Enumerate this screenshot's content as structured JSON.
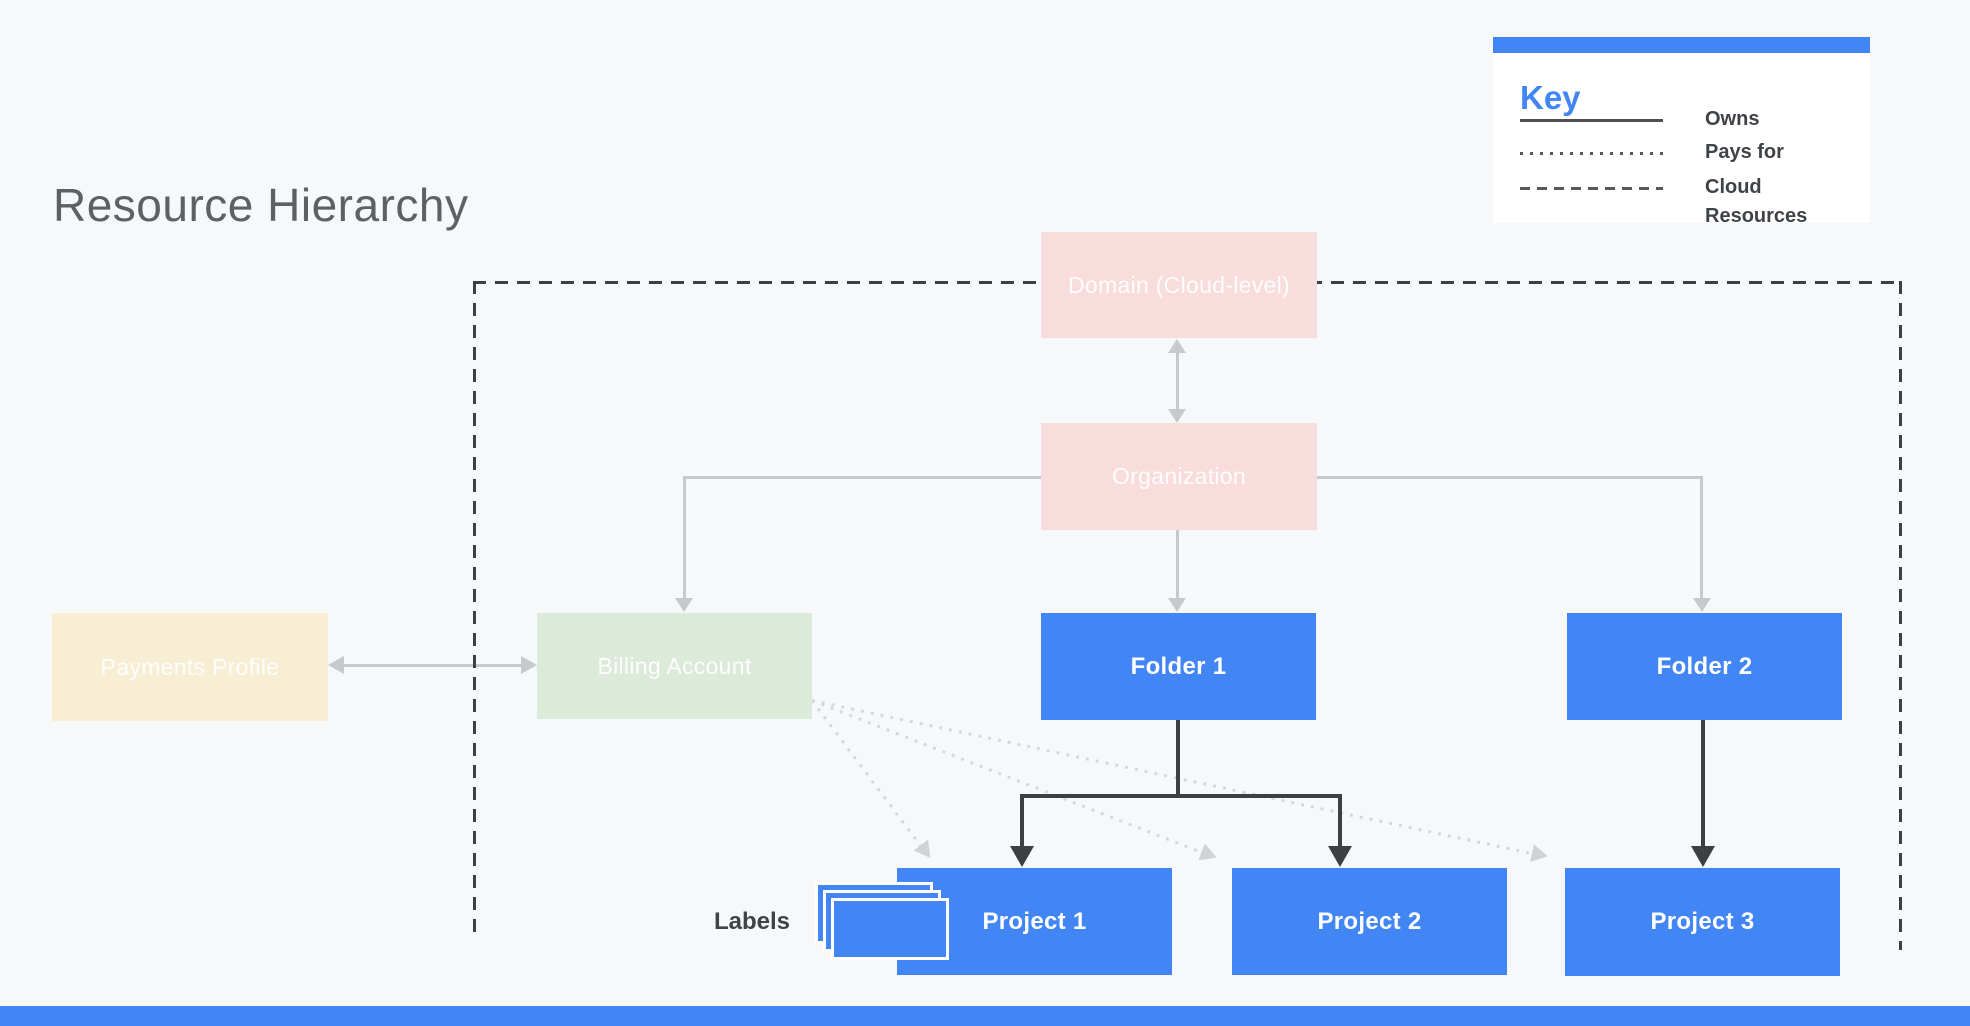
{
  "title": "Resource Hierarchy",
  "key": {
    "title": "Key",
    "items": [
      {
        "label": "Owns",
        "line_style": "solid"
      },
      {
        "label": "Pays for",
        "line_style": "dotted"
      },
      {
        "label": "Cloud Resources",
        "line_style": "dashed"
      }
    ]
  },
  "nodes": {
    "domain": {
      "label": "Domain (Cloud-level)",
      "color": "#f9dcdc"
    },
    "organization": {
      "label": "Organization",
      "color": "#f9dcdc"
    },
    "payments_profile": {
      "label": "Payments Profile",
      "color": "#f8eed3"
    },
    "billing_account": {
      "label": "Billing Account",
      "color": "#dcead9"
    },
    "folder1": {
      "label": "Folder 1",
      "color": "#4285f4"
    },
    "folder2": {
      "label": "Folder 2",
      "color": "#4285f4"
    },
    "project1": {
      "label": "Project 1",
      "color": "#4285f4"
    },
    "project2": {
      "label": "Project 2",
      "color": "#4285f4"
    },
    "project3": {
      "label": "Project 3",
      "color": "#4285f4"
    }
  },
  "annotations": {
    "labels_caption": "Labels"
  },
  "edges": [
    {
      "from": "domain",
      "to": "organization",
      "type": "owns",
      "bidirectional": true
    },
    {
      "from": "organization",
      "to": "billing_account",
      "type": "owns"
    },
    {
      "from": "organization",
      "to": "folder1",
      "type": "owns"
    },
    {
      "from": "organization",
      "to": "folder2",
      "type": "owns"
    },
    {
      "from": "payments_profile",
      "to": "billing_account",
      "type": "owns",
      "bidirectional": true
    },
    {
      "from": "folder1",
      "to": "project1",
      "type": "owns"
    },
    {
      "from": "folder1",
      "to": "project2",
      "type": "owns"
    },
    {
      "from": "folder2",
      "to": "project3",
      "type": "owns"
    },
    {
      "from": "billing_account",
      "to": "project1",
      "type": "pays_for"
    },
    {
      "from": "billing_account",
      "to": "project2",
      "type": "pays_for"
    },
    {
      "from": "billing_account",
      "to": "project3",
      "type": "pays_for"
    }
  ],
  "colors": {
    "background": "#f7f8fa",
    "accent_blue": "#4285f4",
    "pink_box": "#f9dcdc",
    "beige_box": "#f8eed3",
    "green_box": "#dcead9",
    "gray_connector": "#c7c9cc",
    "dark_connector": "#3c4043",
    "dotted_connector": "#d6d8da",
    "title_text": "#5c6166"
  }
}
